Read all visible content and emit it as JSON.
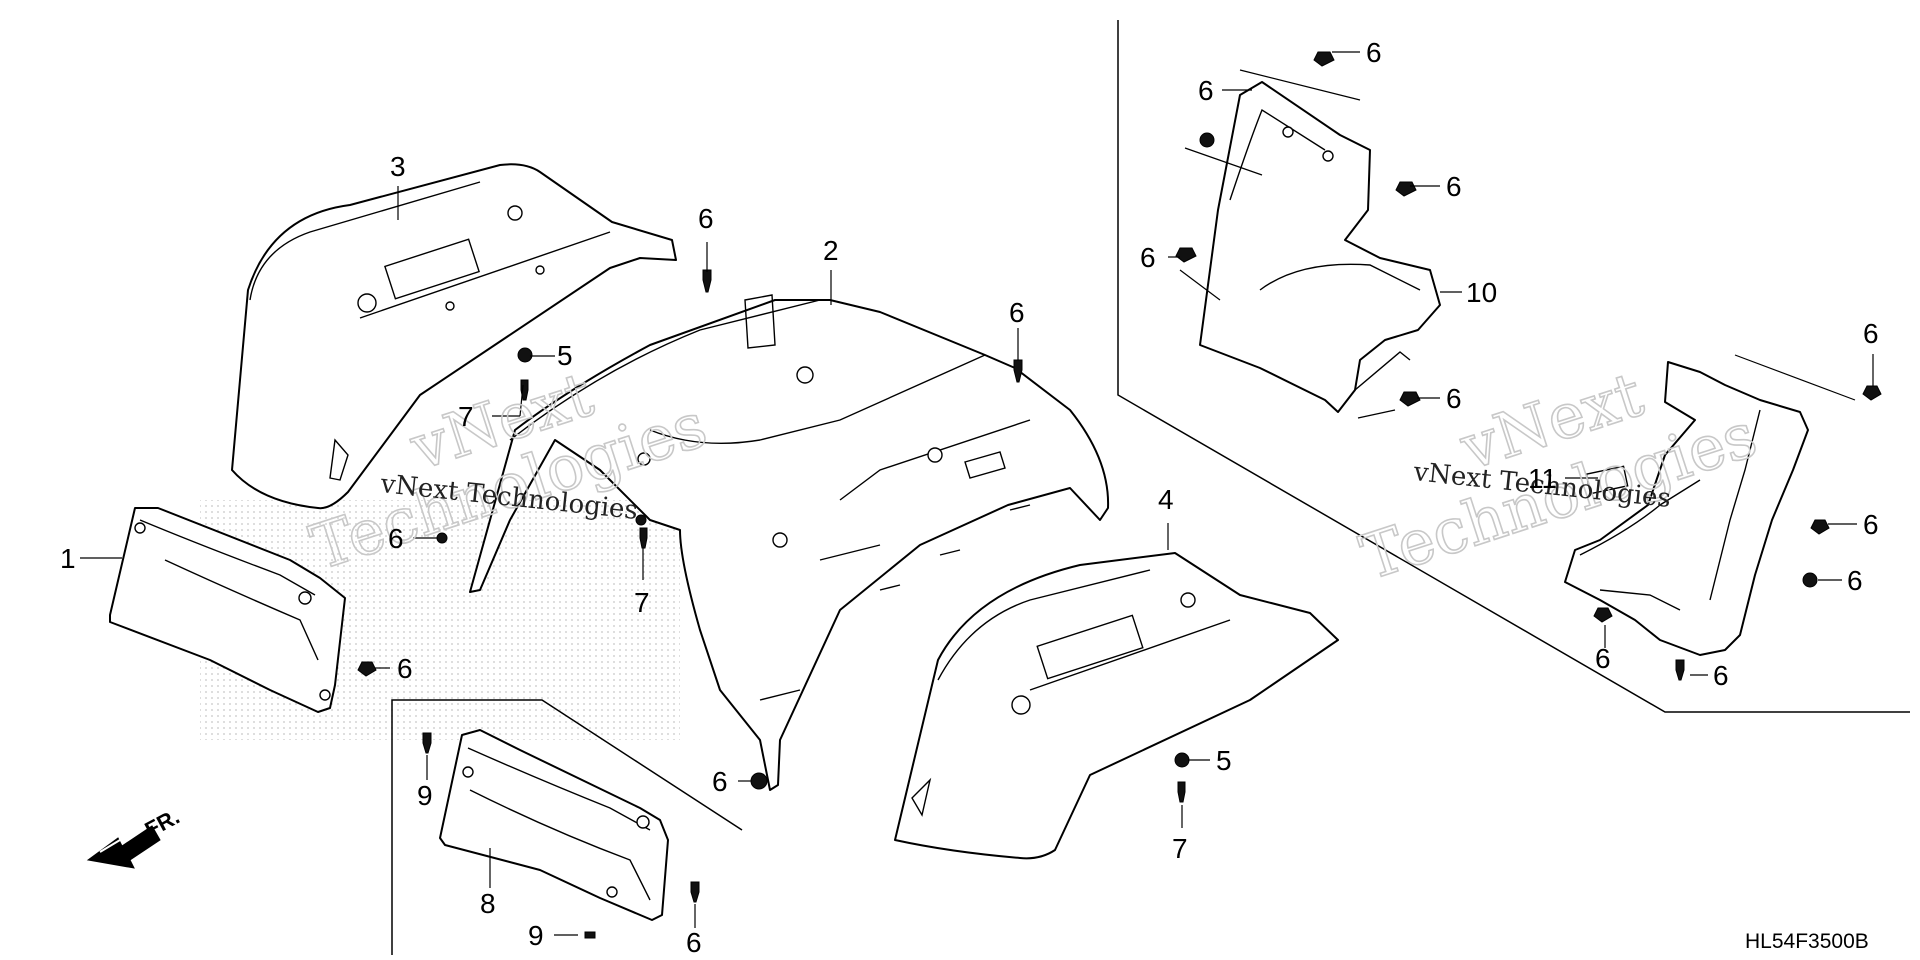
{
  "diagram_code": "HL54F3500B",
  "direction_label": "FR.",
  "watermark": {
    "company_line1": "vNext",
    "company_line2": "Technologies",
    "inline_text": "vNext Technologies"
  },
  "callouts": {
    "c1": "1",
    "c2": "2",
    "c3": "3",
    "c4": "4",
    "c5a": "5",
    "c5b": "5",
    "c6a": "6",
    "c6b": "6",
    "c6c": "6",
    "c6d": "6",
    "c6e": "6",
    "c6f": "6",
    "c6g": "6",
    "c6h": "6",
    "c6i": "6",
    "c6j": "6",
    "c6k": "6",
    "c6l": "6",
    "c6m": "6",
    "c6n": "6",
    "c6o": "6",
    "c6p": "6",
    "c7a": "7",
    "c7b": "7",
    "c7c": "7",
    "c8": "8",
    "c9a": "9",
    "c9b": "9",
    "c10": "10",
    "c11": "11"
  }
}
